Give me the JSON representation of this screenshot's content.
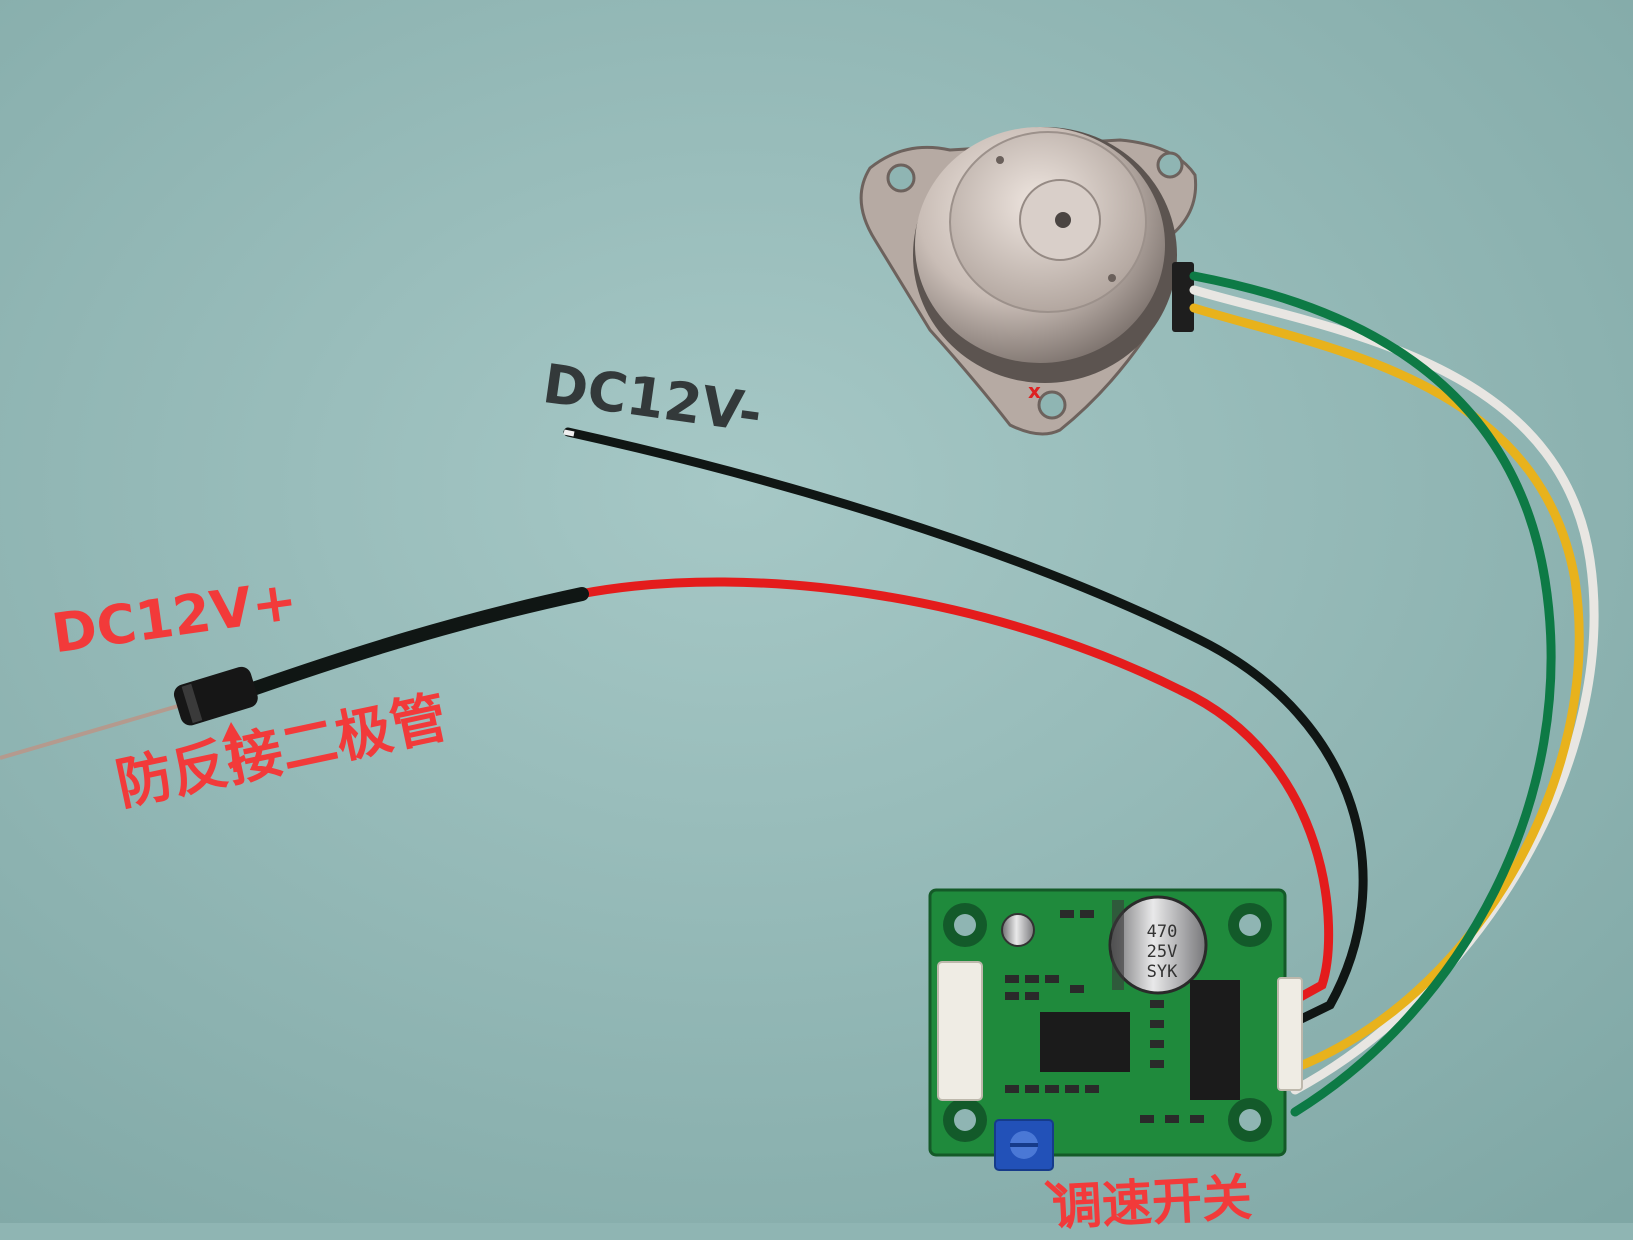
{
  "labels": {
    "dc_negative": "DC12V-",
    "dc_positive": "DC12V+",
    "diode": "防反接二极管",
    "speed_switch": "调速开关",
    "capacitor": [
      "470",
      "25V",
      "SYK"
    ]
  },
  "colors": {
    "background": "#8fb5b3",
    "label_red": "#f23a3a",
    "label_dark": "#33393a",
    "wire_red": "#e41c1c",
    "wire_black": "#101614",
    "wire_green": "#0d7a45",
    "wire_yellow": "#e8b21c",
    "wire_white": "#e8e6e2",
    "pcb_green": "#1f8a3c",
    "pot_blue": "#2251b8"
  },
  "icons": {
    "diode_arrow": "up-arrow-icon",
    "knob_pointer": "pointer-tick-icon"
  }
}
